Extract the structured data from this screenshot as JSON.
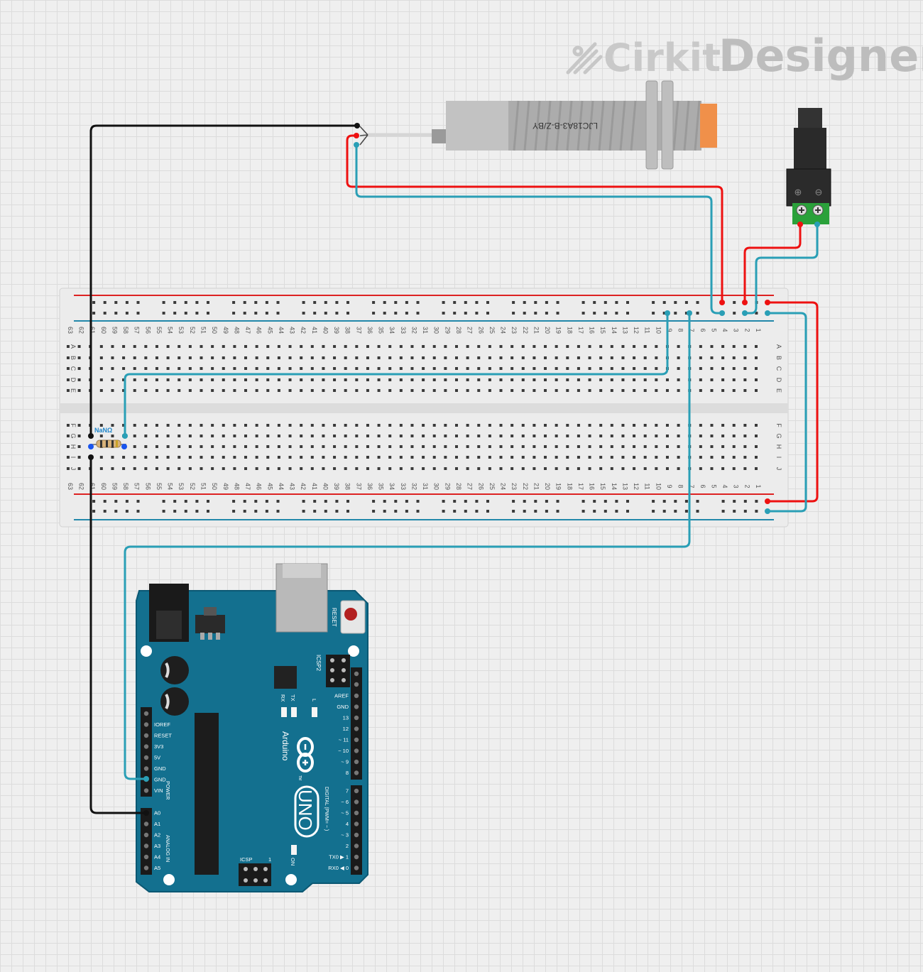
{
  "watermark": {
    "brand_light": "Cirkit",
    "brand_bold": "Designer"
  },
  "sensor": {
    "model": "LJC18A3-B-Z/BY"
  },
  "resistor": {
    "label": "NaNΩ"
  },
  "dc_jack": {
    "plus_symbol": "⊕",
    "minus_symbol": "⊖"
  },
  "breadboard": {
    "row_letters_top": [
      "A",
      "B",
      "C",
      "D",
      "E"
    ],
    "row_letters_bottom": [
      "F",
      "G",
      "H",
      "I",
      "J"
    ],
    "column_count": 63
  },
  "arduino": {
    "brand": "Arduino",
    "model": "UNO",
    "reset_label": "RESET",
    "icsp2_label": "ICSP2",
    "icsp_label": "ICSP",
    "icsp_pin1": "1",
    "tx_label": "TX",
    "rx_label": "RX",
    "l_label": "L",
    "on_label": "ON",
    "tm_mark": "TM",
    "power_group": "POWER",
    "analog_group": "ANALOG IN",
    "digital_group": "DIGITAL (PWM= ~ )",
    "power_pins": [
      "IOREF",
      "RESET",
      "3V3",
      "5V",
      "GND",
      "GND",
      "VIN"
    ],
    "analog_pins": [
      "A0",
      "A1",
      "A2",
      "A3",
      "A4",
      "A5"
    ],
    "digital_pins_top": [
      "AREF",
      "GND",
      "13",
      "12",
      "~ 11",
      "~ 10",
      "~ 9",
      "8"
    ],
    "digital_pins_bottom": [
      "7",
      "~ 6",
      "~ 5",
      "4",
      "~ 3",
      "2",
      "TX0 ▶ 1",
      "RX0 ◀ 0"
    ]
  },
  "colors": {
    "wire_red": "#ee1111",
    "wire_blue": "#2a9fb6",
    "wire_black": "#111111",
    "board_blue": "#13708f",
    "rail_red": "#dd2222",
    "rail_blue": "#2288aa",
    "sensor_body": "#b5b5b5",
    "sensor_cap": "#f0904a",
    "terminal_green": "#2aa13a"
  }
}
